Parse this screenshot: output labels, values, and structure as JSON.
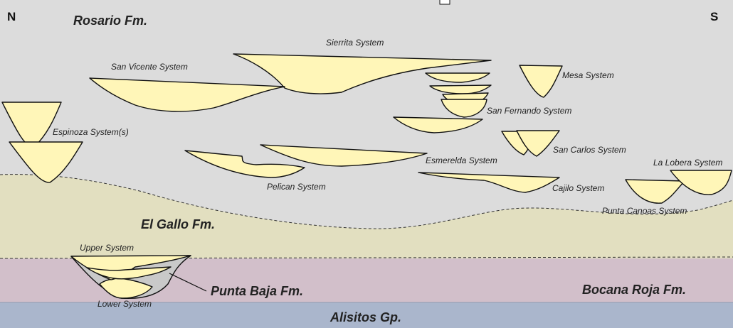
{
  "directions": {
    "north": "N",
    "south": "S"
  },
  "formations": {
    "rosario": "Rosario Fm.",
    "el_gallo": "El Gallo Fm.",
    "punta_baja": "Punta Baja Fm.",
    "bocana_roja": "Bocana Roja Fm.",
    "alisitos": "Alisitos Gp."
  },
  "systems": {
    "sierrita": "Sierrita System",
    "san_vicente": "San Vicente System",
    "mesa": "Mesa System",
    "san_fernando": "San Fernando System",
    "espinoza": "Espinoza System(s)",
    "san_carlos": "San Carlos System",
    "la_lobera": "La Lobera System",
    "esmerelda": "Esmerelda System",
    "pelican": "Pelican System",
    "cajilo": "Cajilo System",
    "punta_canoas": "Punta Canoas System",
    "upper": "Upper System",
    "lower": "Lower System"
  },
  "colors": {
    "rosario": "#dcdcdc",
    "el_gallo": "#e2dfc0",
    "bocana_roja": "#d2bfca",
    "alisitos": "#aab6cc",
    "channel_fill": "#fff6b8"
  }
}
